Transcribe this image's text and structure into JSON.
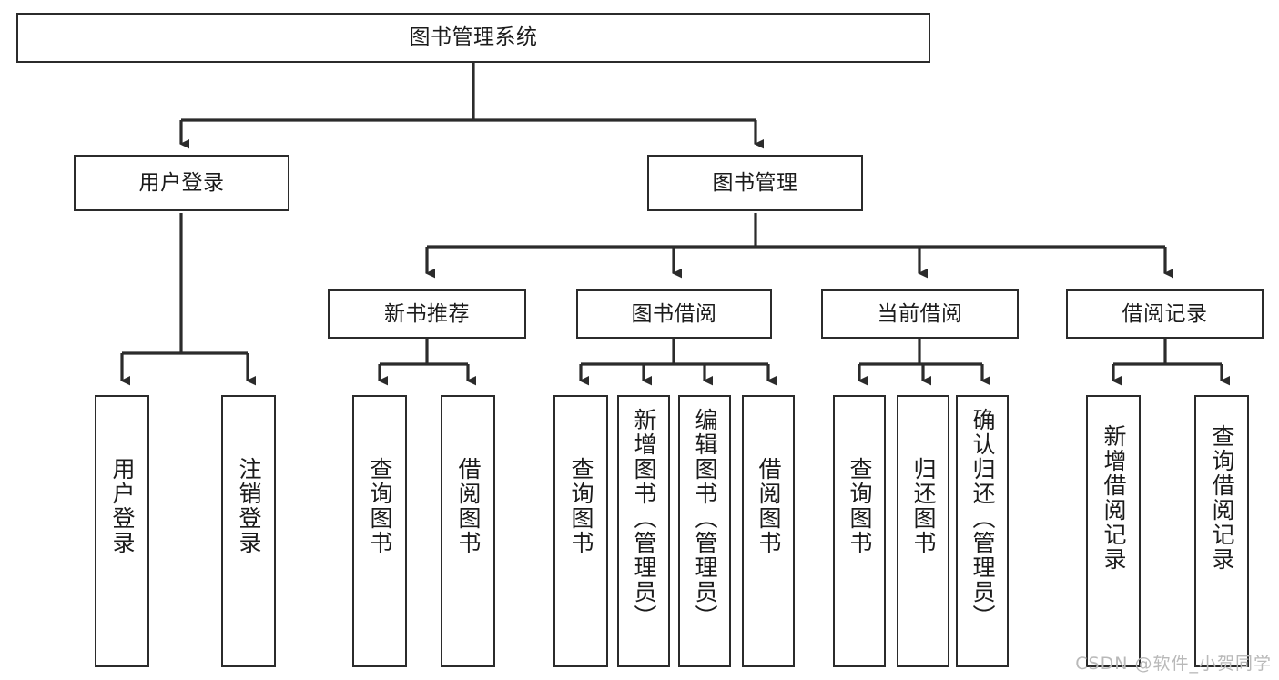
{
  "diagram": {
    "title": "图书管理系统",
    "type": "tree-hierarchy-diagram",
    "watermark": "CSDN @软件_小贺同学",
    "colors": {
      "box_border": "#2b2b2b",
      "box_fill": "#ffffff",
      "edge": "#2b2b2b",
      "text": "#1b1b1b",
      "watermark": "#b9b9b9",
      "background": "#ffffff"
    },
    "nodes": {
      "root": {
        "label": "图书管理系统"
      },
      "level2": [
        {
          "id": "user-login",
          "label": "用户登录"
        },
        {
          "id": "book-management",
          "label": "图书管理"
        }
      ],
      "level3": [
        {
          "id": "new-book-recommend",
          "label": "新书推荐"
        },
        {
          "id": "book-borrow",
          "label": "图书借阅"
        },
        {
          "id": "current-borrow",
          "label": "当前借阅"
        },
        {
          "id": "borrow-record",
          "label": "借阅记录"
        }
      ],
      "leaves": [
        {
          "id": "leaf-user-login",
          "label": "用户登录",
          "parent": "user-login"
        },
        {
          "id": "leaf-logout",
          "label": "注销登录",
          "parent": "user-login"
        },
        {
          "id": "leaf-query-book-1",
          "label": "查询图书",
          "parent": "new-book-recommend"
        },
        {
          "id": "leaf-borrow-book-1",
          "label": "借阅图书",
          "parent": "new-book-recommend"
        },
        {
          "id": "leaf-query-book-2",
          "label": "查询图书",
          "parent": "book-borrow"
        },
        {
          "id": "leaf-add-book",
          "label": "新增图书（管理员）",
          "parent": "book-borrow"
        },
        {
          "id": "leaf-edit-book",
          "label": "编辑图书（管理员）",
          "parent": "book-borrow"
        },
        {
          "id": "leaf-borrow-book-2",
          "label": "借阅图书",
          "parent": "book-borrow"
        },
        {
          "id": "leaf-query-book-3",
          "label": "查询图书",
          "parent": "current-borrow"
        },
        {
          "id": "leaf-return-book",
          "label": "归还图书",
          "parent": "current-borrow"
        },
        {
          "id": "leaf-confirm-return",
          "label": "确认归还（管理员）",
          "parent": "current-borrow"
        },
        {
          "id": "leaf-add-record",
          "label": "新增借阅记录",
          "parent": "borrow-record"
        },
        {
          "id": "leaf-query-record",
          "label": "查询借阅记录",
          "parent": "borrow-record"
        }
      ]
    }
  }
}
